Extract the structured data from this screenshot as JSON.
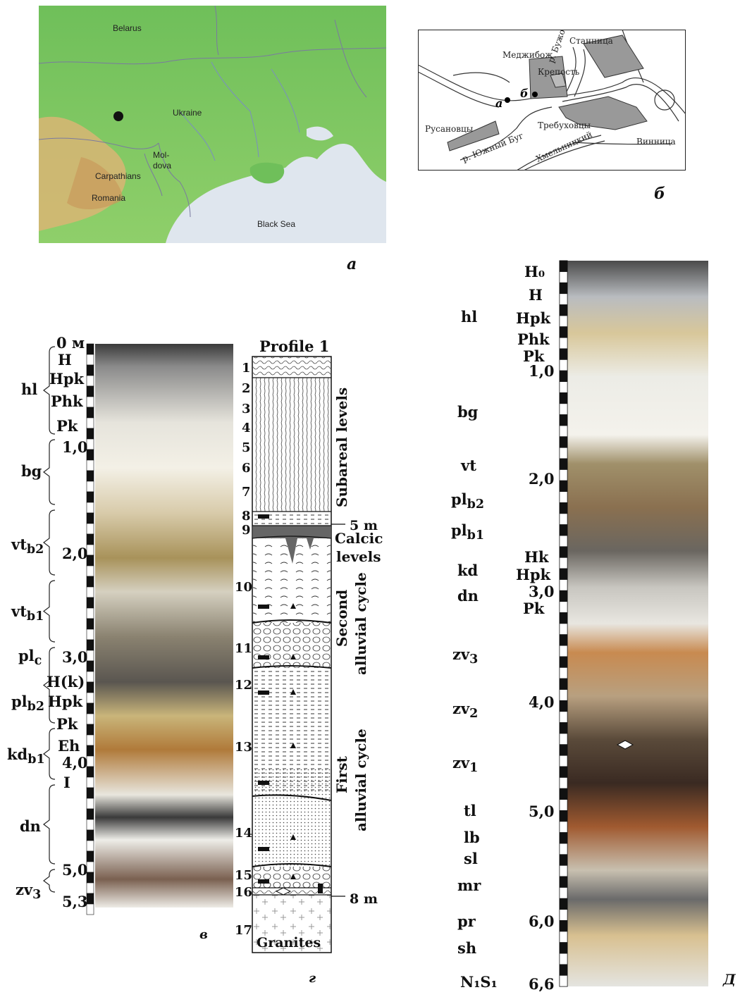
{
  "panel_labels": {
    "a": "а",
    "b": "б",
    "v": "в",
    "g": "г",
    "d": "Д"
  },
  "map_a": {
    "countries": [
      "Belarus",
      "Ukraine",
      "Mol-",
      "dova",
      "Romania"
    ],
    "mountains": "Carpathians",
    "sea": "Black Sea"
  },
  "map_b": {
    "towns": [
      "Меджибож",
      "Крепость",
      "Русановцы",
      "Требуховцы",
      "Станница"
    ],
    "roads": [
      "Винница",
      "Хмельницкий"
    ],
    "rivers": [
      "р. Южный Буг",
      "р. Бужок"
    ],
    "points": [
      "а",
      "б"
    ]
  },
  "section_v": {
    "units": [
      {
        "label": "hl"
      },
      {
        "label": "bg"
      },
      {
        "label": "vt",
        "sub": "b2"
      },
      {
        "label": "vt",
        "sub": "b1"
      },
      {
        "label": "pl",
        "sub": "c"
      },
      {
        "label": "pl",
        "sub": "b2"
      },
      {
        "label": "kd",
        "sub": "b1"
      },
      {
        "label": "dn"
      },
      {
        "label": "zv",
        "sub": "3"
      }
    ],
    "horizons": [
      "H",
      "Hpk",
      "Phk",
      "Pk",
      "H(k)",
      "Hpk",
      "Pk",
      "Eh",
      "I"
    ],
    "depths": [
      "0 м",
      "1,0",
      "2,0",
      "3,0",
      "4,0",
      "5,0",
      "5,3"
    ]
  },
  "profile_g": {
    "title": "Profile 1",
    "layers": [
      "1",
      "2",
      "3",
      "4",
      "5",
      "6",
      "7",
      "8",
      "9",
      "10",
      "11",
      "12",
      "13",
      "14",
      "15",
      "16",
      "17"
    ],
    "depth_marks": [
      "5 m",
      "8 m"
    ],
    "zones": [
      "Subareal levels",
      "Calcic",
      "levels",
      "Second",
      "alluvial cycle",
      "First",
      "alluvial cycle"
    ],
    "base": "Granites"
  },
  "section_d": {
    "units": [
      {
        "label": "hl"
      },
      {
        "label": "bg"
      },
      {
        "label": "vt"
      },
      {
        "label": "pl",
        "sub": "b2"
      },
      {
        "label": "pl",
        "sub": "b1"
      },
      {
        "label": "kd"
      },
      {
        "label": "dn"
      },
      {
        "label": "zv",
        "sub": "3"
      },
      {
        "label": "zv",
        "sub": "2"
      },
      {
        "label": "zv",
        "sub": "1"
      },
      {
        "label": "tl"
      },
      {
        "label": "lb"
      },
      {
        "label": "sl"
      },
      {
        "label": "mr"
      },
      {
        "label": "pr"
      },
      {
        "label": "sh"
      }
    ],
    "base_label": "N₁S₁",
    "horizons": [
      "H₀",
      "H",
      "Hpk",
      "Phk",
      "Pk",
      "Hk",
      "Hpk",
      "Pk"
    ],
    "depths": [
      "1,0",
      "2,0",
      "3,0",
      "4,0",
      "5,0",
      "6,0",
      "6,6"
    ]
  }
}
